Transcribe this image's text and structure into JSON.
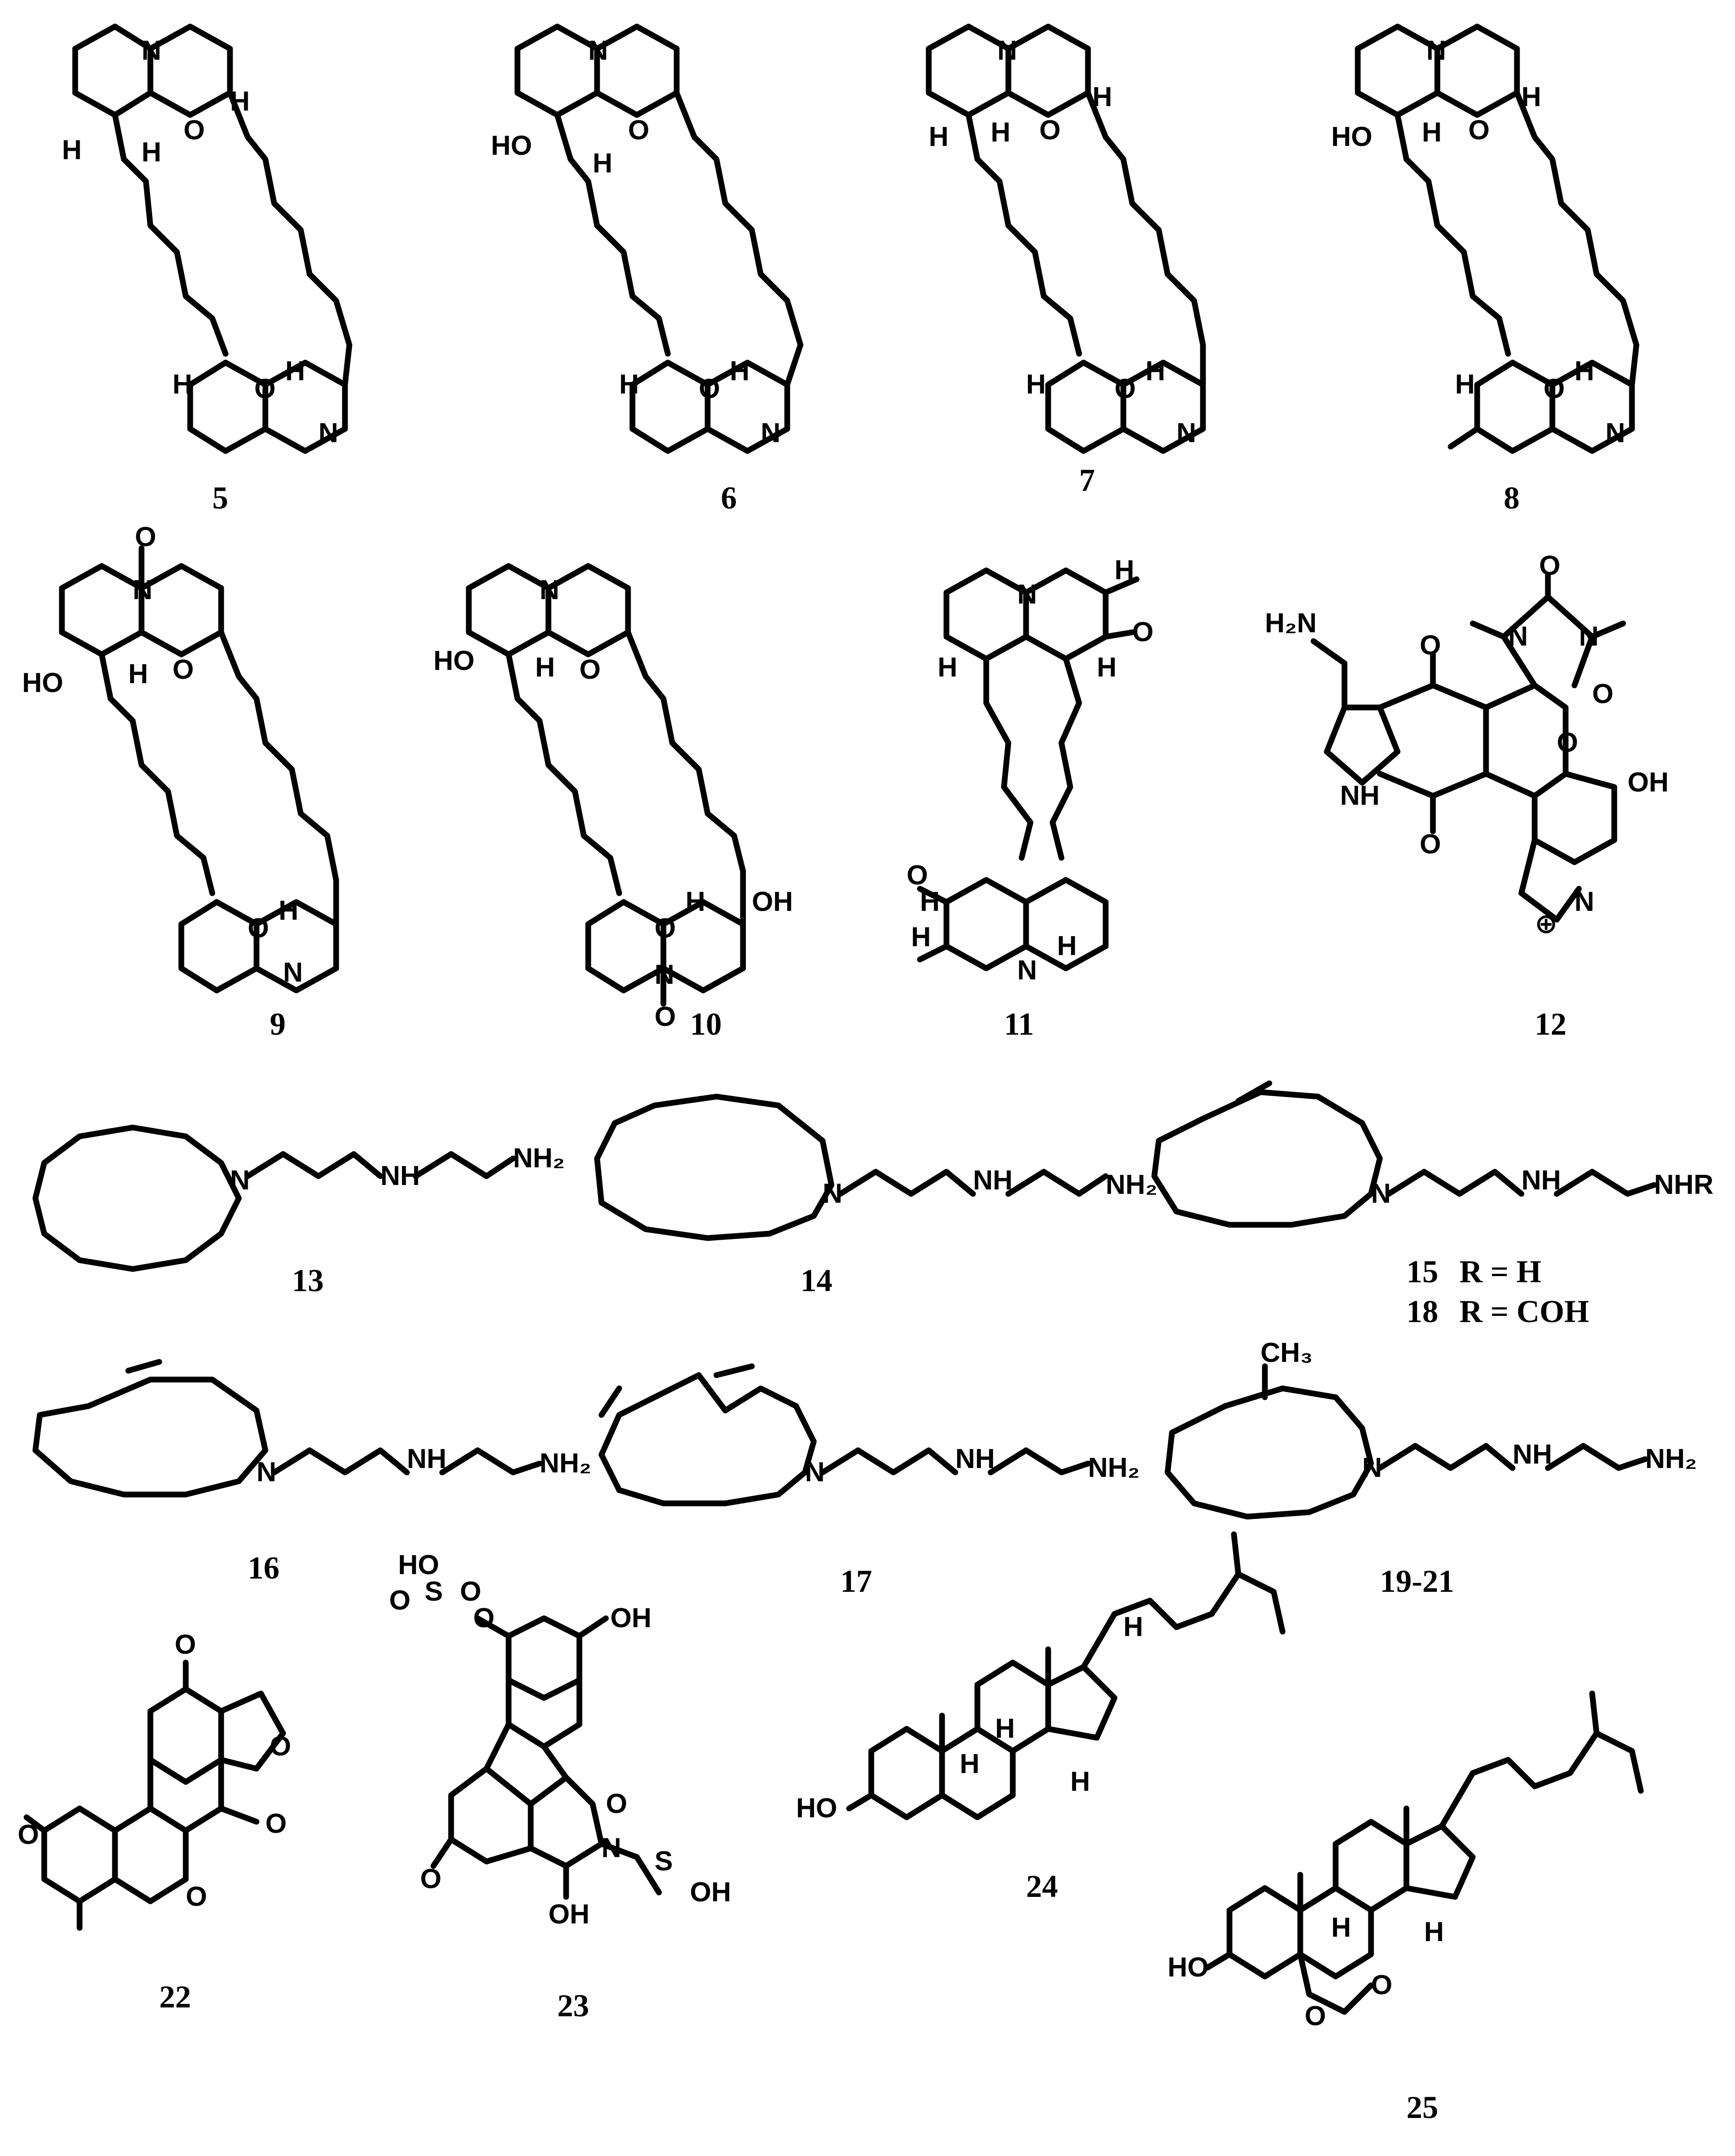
{
  "figure": {
    "compounds": [
      {
        "key": "c5",
        "label": "5"
      },
      {
        "key": "c6",
        "label": "6"
      },
      {
        "key": "c7",
        "label": "7"
      },
      {
        "key": "c8",
        "label": "8"
      },
      {
        "key": "c9",
        "label": "9"
      },
      {
        "key": "c10",
        "label": "10"
      },
      {
        "key": "c11",
        "label": "11"
      },
      {
        "key": "c12",
        "label": "12"
      },
      {
        "key": "c13",
        "label": "13"
      },
      {
        "key": "c14",
        "label": "14"
      },
      {
        "key": "c15",
        "label": "15",
        "note": "R = H"
      },
      {
        "key": "c18",
        "label": "18",
        "note": "R = COH"
      },
      {
        "key": "c16",
        "label": "16"
      },
      {
        "key": "c17",
        "label": "17"
      },
      {
        "key": "c19",
        "label": "19-21"
      },
      {
        "key": "c22",
        "label": "22"
      },
      {
        "key": "c23",
        "label": "23"
      },
      {
        "key": "c24",
        "label": "24"
      },
      {
        "key": "c25",
        "label": "25"
      }
    ],
    "atoms": {
      "N": "N",
      "O": "O",
      "H": "H",
      "HO": "HO",
      "OH": "OH",
      "NH2": "NH₂",
      "H2N": "H₂N",
      "NH": "NH",
      "NHR": "NHR",
      "CH3": "CH₃",
      "S": "S",
      "plus": "⊕"
    }
  }
}
